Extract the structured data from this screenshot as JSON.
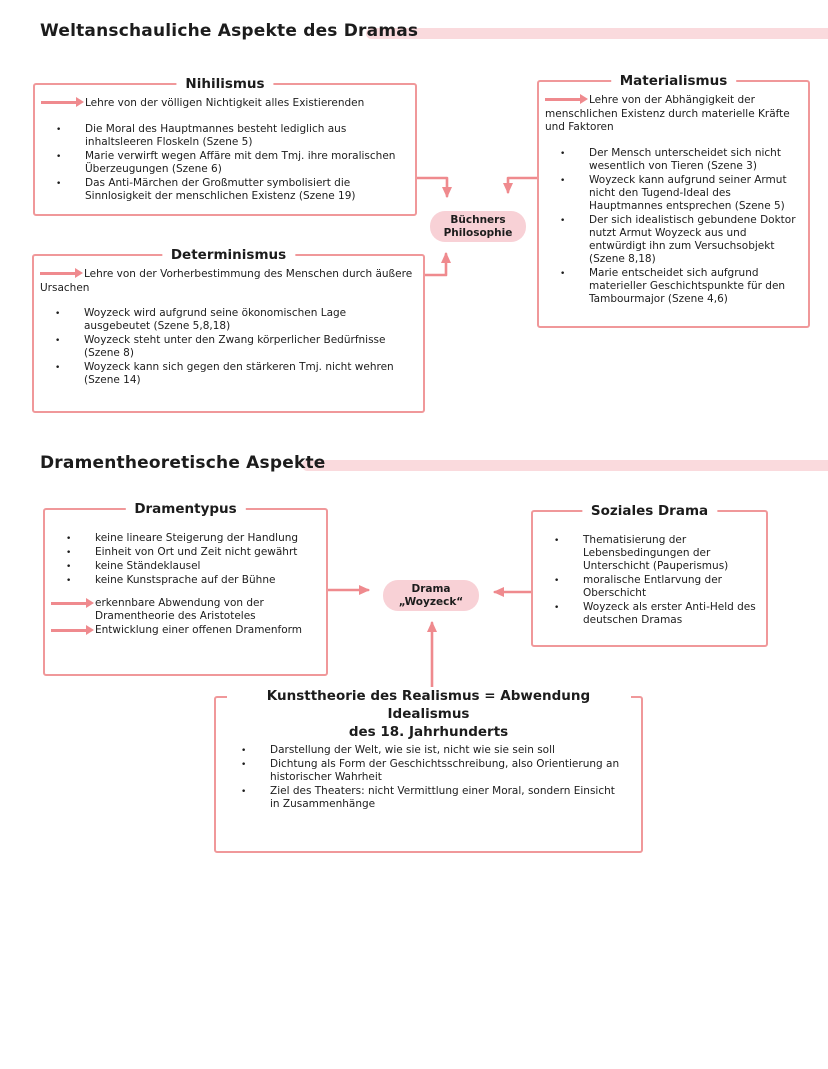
{
  "colors": {
    "accent": "#ef8a8e",
    "border": "#f0989a",
    "pill_fill": "#f8d1d6",
    "bar_fill": "#fadadd",
    "text": "#1c1c1c"
  },
  "section1": {
    "title": "Weltanschauliche Aspekte des Dramas",
    "center_node": {
      "lines": [
        "Büchners",
        "Philosophie"
      ]
    },
    "boxes": {
      "nihilismus": {
        "title": "Nihilismus",
        "definition": "Lehre von der völligen Nichtigkeit alles Existierenden",
        "bullets": [
          "Die Moral des Hauptmannes besteht lediglich aus inhaltsleeren Floskeln (Szene 5)",
          "Marie verwirft wegen Affäre mit dem Tmj. ihre moralischen Überzeugungen (Szene 6)",
          "Das Anti-Märchen der Großmutter symbolisiert die Sinnlosigkeit der menschlichen Existenz (Szene 19)"
        ]
      },
      "materialismus": {
        "title": "Materialismus",
        "definition": "Lehre von der Abhängigkeit der menschlichen Existenz durch materielle Kräfte und Faktoren",
        "bullets": [
          "Der Mensch unterscheidet sich nicht wesentlich von Tieren (Szene 3)",
          "Woyzeck kann aufgrund seiner Armut nicht den Tugend-Ideal des Hauptmannes entsprechen (Szene 5)",
          "Der sich idealistisch gebundene Doktor nutzt Armut Woyzeck aus und entwürdigt ihn zum Versuchsobjekt (Szene 8,18)",
          "Marie entscheidet sich aufgrund materieller Geschichtspunkte für den Tambourmajor (Szene 4,6)"
        ]
      },
      "determinismus": {
        "title": "Determinismus",
        "definition": "Lehre von der Vorherbestimmung des Menschen durch äußere Ursachen",
        "bullets": [
          "Woyzeck wird aufgrund seine ökonomischen Lage ausgebeutet (Szene 5,8,18)",
          "Woyzeck steht unter den Zwang körperlicher Bedürfnisse (Szene 8)",
          "Woyzeck kann sich gegen den stärkeren Tmj. nicht wehren (Szene 14)"
        ]
      }
    }
  },
  "section2": {
    "title": "Dramentheoretische Aspekte",
    "center_node": {
      "lines": [
        "Drama",
        "„Woyzeck“"
      ]
    },
    "boxes": {
      "dramentypus": {
        "title": "Dramentypus",
        "bullets": [
          "keine lineare Steigerung der Handlung",
          "Einheit von Ort und Zeit nicht gewährt",
          "keine Ständeklausel",
          "keine Kunstsprache auf der Bühne"
        ],
        "arrow_items": [
          "erkennbare Abwendung von der Dramentheorie des Aristoteles",
          "Entwicklung einer offenen Dramenform"
        ]
      },
      "soziales_drama": {
        "title": "Soziales Drama",
        "bullets": [
          "Thematisierung der Lebensbedingungen der Unterschicht (Pauperismus)",
          "moralische Entlarvung der Oberschicht",
          "Woyzeck als erster Anti-Held des deutschen Dramas"
        ]
      },
      "kunsttheorie": {
        "title_lines": [
          "Kunsttheorie des Realismus = Abwendung Idealismus",
          "des 18. Jahrhunderts"
        ],
        "bullets": [
          "Darstellung der Welt, wie sie ist, nicht wie sie sein soll",
          "Dichtung als Form der Geschichtsschreibung, also Orientierung an historischer Wahrheit",
          "Ziel des Theaters: nicht Vermittlung einer Moral, sondern Einsicht in Zusammenhänge"
        ]
      }
    }
  }
}
